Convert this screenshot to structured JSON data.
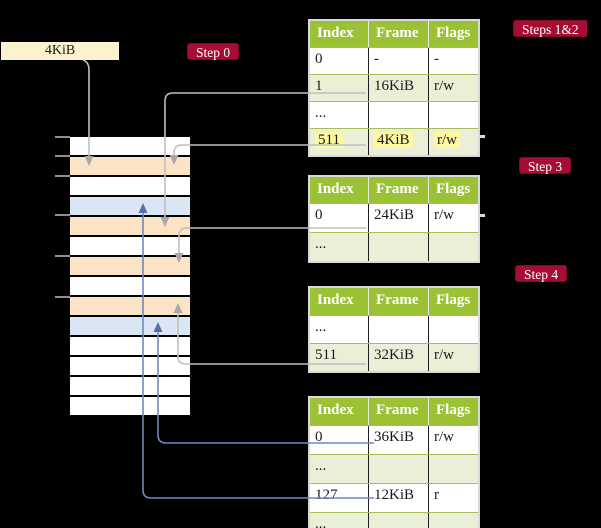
{
  "frame_label_box": {
    "text": "4KiB"
  },
  "step_badges": [
    {
      "id": "step-0",
      "text": "Step 0"
    },
    {
      "id": "steps-1-2",
      "text": "Steps 1&2"
    },
    {
      "id": "step-3",
      "text": "Step 3"
    },
    {
      "id": "step-4",
      "text": "Step 4"
    }
  ],
  "page_tables": [
    {
      "name": "page-table-steps-1-2",
      "headers": [
        "Index",
        "Frame",
        "Flags"
      ],
      "rows": [
        {
          "index": "0",
          "frame": "-",
          "flags": "-",
          "shaded": false,
          "highlighted": false
        },
        {
          "index": "1",
          "frame": "16KiB",
          "flags": "r/w",
          "shaded": true,
          "highlighted": false
        },
        {
          "index": "...",
          "frame": "",
          "flags": "",
          "shaded": false,
          "highlighted": false
        },
        {
          "index": "511",
          "frame": "4KiB",
          "flags": "r/w",
          "shaded": true,
          "highlighted": true
        }
      ]
    },
    {
      "name": "page-table-step-3",
      "headers": [
        "Index",
        "Frame",
        "Flags"
      ],
      "rows": [
        {
          "index": "0",
          "frame": "24KiB",
          "flags": "r/w",
          "shaded": false,
          "highlighted": false
        },
        {
          "index": "...",
          "frame": "",
          "flags": "",
          "shaded": true,
          "highlighted": false
        }
      ]
    },
    {
      "name": "page-table-step-4-upper",
      "headers": [
        "Index",
        "Frame",
        "Flags"
      ],
      "rows": [
        {
          "index": "...",
          "frame": "",
          "flags": "",
          "shaded": false,
          "highlighted": false
        },
        {
          "index": "511",
          "frame": "32KiB",
          "flags": "r/w",
          "shaded": true,
          "highlighted": false
        }
      ]
    },
    {
      "name": "page-table-step-4-lower",
      "headers": [
        "Index",
        "Frame",
        "Flags"
      ],
      "rows": [
        {
          "index": "0",
          "frame": "36KiB",
          "flags": "r/w",
          "shaded": false,
          "highlighted": false
        },
        {
          "index": "...",
          "frame": "",
          "flags": "",
          "shaded": true,
          "highlighted": false
        },
        {
          "index": "127",
          "frame": "12KiB",
          "flags": "r",
          "shaded": false,
          "highlighted": false
        },
        {
          "index": "...",
          "frame": "",
          "flags": "",
          "shaded": true,
          "highlighted": false
        }
      ]
    }
  ],
  "memory_column": {
    "rows": [
      "white",
      "peach",
      "white",
      "blue",
      "peach",
      "white",
      "peach",
      "white",
      "peach",
      "blue",
      "white",
      "white",
      "white",
      "white"
    ]
  },
  "colors": {
    "background": "#000000",
    "badge_red": "#a60d35",
    "table_header_green": "#9bc234",
    "table_row_green": "#eaefd8",
    "highlight_yellow": "#fef9a0",
    "frame_box_cream": "#fdf2d0",
    "memory_peach": "#fbe3c6",
    "memory_blue": "#dbe6f4",
    "gray_connector": "#bfbfbf",
    "blue_connector": "#6e8abd"
  }
}
